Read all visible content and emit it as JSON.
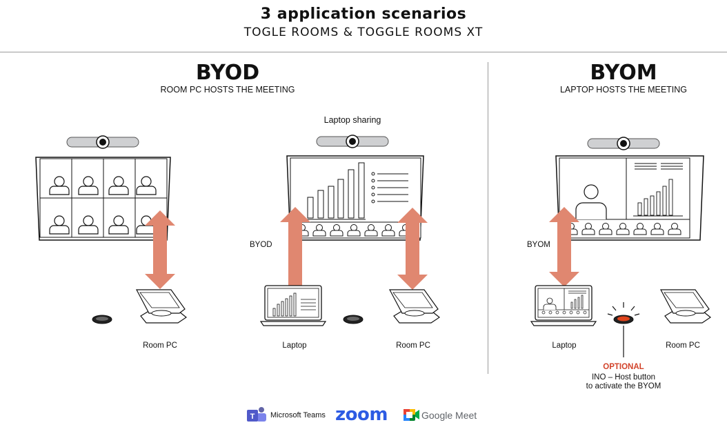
{
  "header": {
    "title": "3 application scenarios",
    "subtitle": "TOGLE ROOMS & TOGGLE ROOMS XT"
  },
  "byod": {
    "title": "BYOD",
    "subtitle": "ROOM PC HOSTS THE MEETING",
    "laptop_sharing": "Laptop sharing",
    "byod_label": "BYOD",
    "room_pc_1": "Room PC",
    "laptop": "Laptop",
    "room_pc_2": "Room PC"
  },
  "byom": {
    "title": "BYOM",
    "subtitle": "LAPTOP HOSTS THE MEETING",
    "byom_label": "BYOM",
    "laptop": "Laptop",
    "room_pc": "Room PC",
    "optional": "OPTIONAL",
    "optional_line1": "INO – Host button",
    "optional_line2": "to activate the BYOM"
  },
  "logos": {
    "teams": "Microsoft Teams",
    "zoom": "zoom",
    "meet": "Google Meet"
  },
  "colors": {
    "arrow": "#e08770",
    "optional_text": "#d2432a",
    "button_red": "#e0441c"
  }
}
